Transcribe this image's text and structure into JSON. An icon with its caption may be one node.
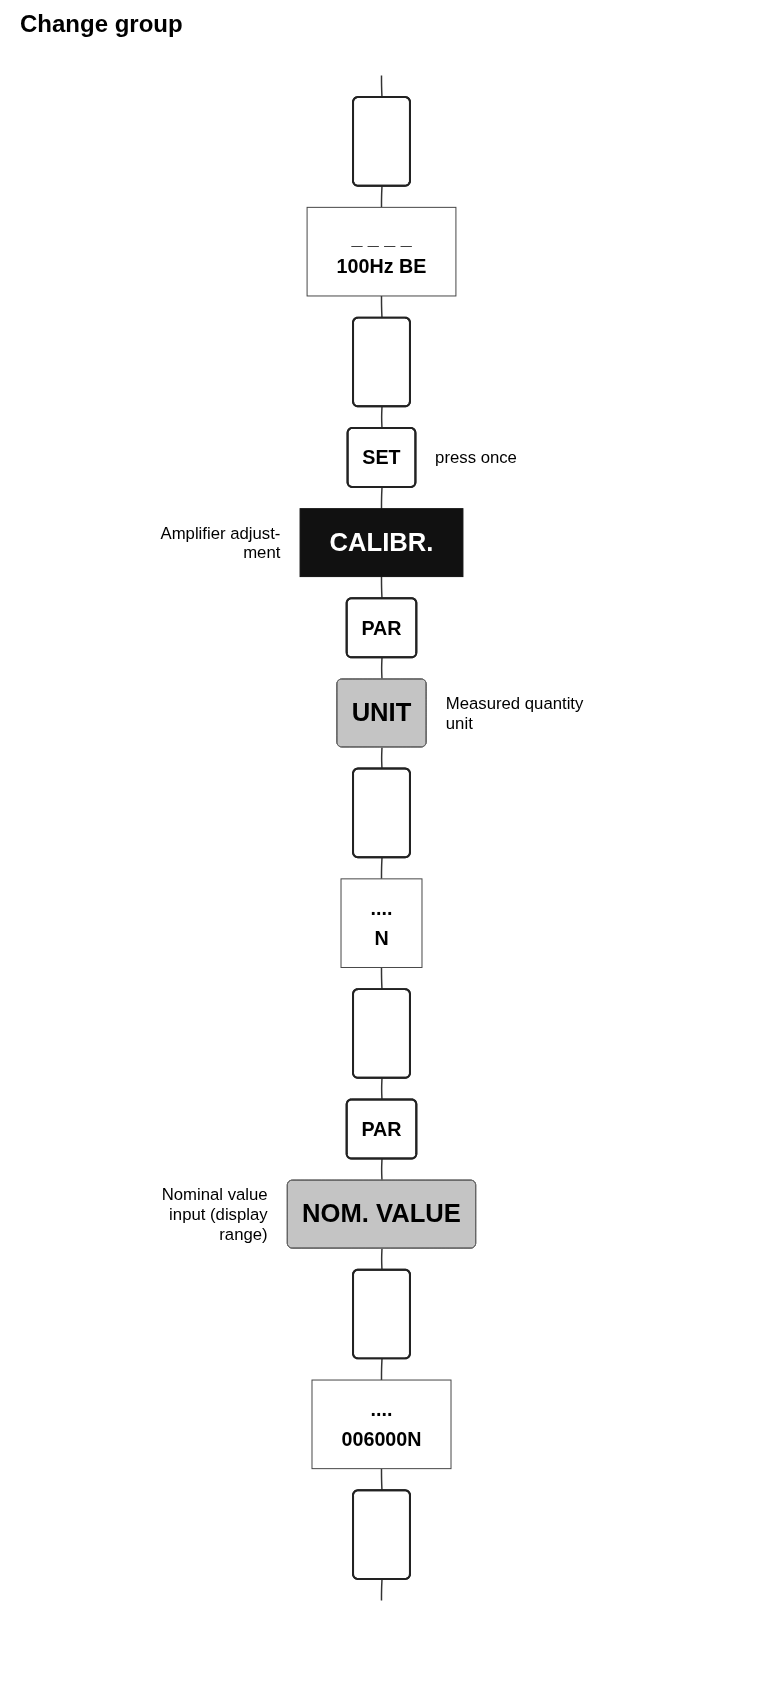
{
  "diagram": {
    "title": "Change group",
    "nodes": [
      {
        "text": [],
        "shape": "box"
      },
      {
        "text": [
          "_ _ _ _",
          "100Hz BE"
        ]
      },
      {
        "text": [],
        "shape": "box"
      },
      {
        "text": [
          "SET"
        ],
        "beside": [
          "press once"
        ]
      },
      {
        "text": [
          "CALIBR."
        ],
        "beside": [
          "Amplifier adjust- ment"
        ]
      },
      {
        "text": [
          "PAR"
        ]
      },
      {
        "text": [
          "UNIT"
        ],
        "beside": [
          "Measured quantity unit"
        ]
      },
      {
        "text": [],
        "shape": "box"
      },
      {
        "text": [
          "....",
          "N"
        ]
      },
      {
        "text": [],
        "shape": "box"
      },
      {
        "text": [
          "PAR"
        ]
      },
      {
        "text": [
          "NOM. VALUE"
        ],
        "beside": [
          "Nominal value input (display range)"
        ]
      },
      {
        "text": [],
        "shape": "box"
      },
      {
        "text": [
          "....",
          "006000N"
        ]
      },
      {
        "text": [],
        "shape": "box"
      }
    ],
    "edges": [
      {
        "from": null,
        "to": 0,
        "arrow": "none"
      },
      {
        "from": 0,
        "to": 1,
        "arrow": "none"
      },
      {
        "from": 1,
        "to": 2,
        "arrow": "none"
      },
      {
        "from": 2,
        "to": 3,
        "arrow": "none"
      },
      {
        "from": 3,
        "to": 4,
        "arrow": "none"
      },
      {
        "from": 4,
        "to": 5,
        "arrow": "none"
      },
      {
        "from": 5,
        "to": 6,
        "arrow": "none"
      },
      {
        "from": 6,
        "to": 7,
        "arrow": "none"
      },
      {
        "from": 7,
        "to": 8,
        "arrow": "none"
      },
      {
        "from": 8,
        "to": 9,
        "arrow": "none"
      },
      {
        "from": 9,
        "to": 10,
        "arrow": "none"
      },
      {
        "from": 10,
        "to": 11,
        "arrow": "none"
      },
      {
        "from": 11,
        "to": 12,
        "arrow": "none"
      },
      {
        "from": 12,
        "to": 13,
        "arrow": "none"
      },
      {
        "from": 13,
        "to": 14,
        "arrow": "none"
      },
      {
        "from": 14,
        "to": null,
        "arrow": "none"
      }
    ]
  }
}
